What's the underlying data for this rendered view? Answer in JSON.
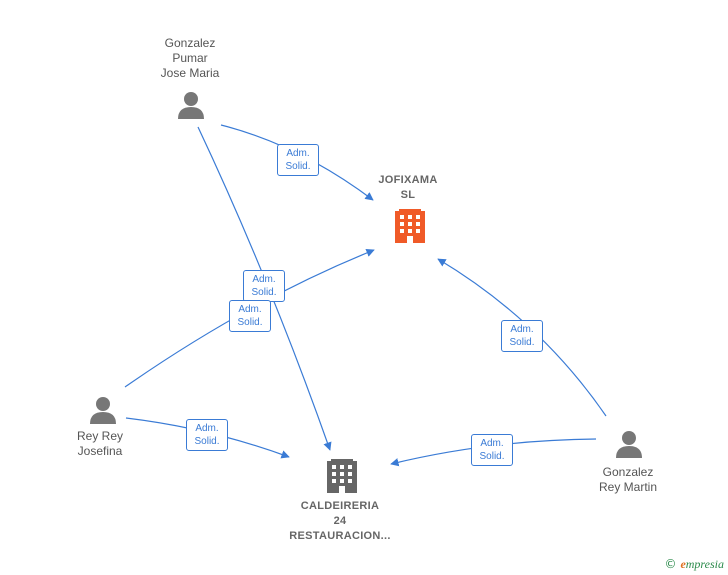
{
  "nodes": {
    "gonzalez_pumar": {
      "lines": [
        "Gonzalez",
        "Pumar",
        "Jose Maria"
      ],
      "type": "person"
    },
    "jofixama": {
      "lines": [
        "JOFIXAMA",
        "SL"
      ],
      "type": "company-main"
    },
    "rey_rey": {
      "lines": [
        "Rey Rey",
        "Josefina"
      ],
      "type": "person"
    },
    "caldeireria": {
      "lines": [
        "CALDEIRERIA",
        "24",
        "RESTAURACION..."
      ],
      "type": "company"
    },
    "gonzalez_rey": {
      "lines": [
        "Gonzalez",
        "Rey Martin"
      ],
      "type": "person"
    }
  },
  "edges": [
    {
      "from": "Gonzalez Pumar Jose Maria",
      "to": "JOFIXAMA SL",
      "label": [
        "Adm.",
        "Solid."
      ]
    },
    {
      "from": "Gonzalez Pumar Jose Maria",
      "to": "CALDEIRERIA 24 RESTAURACION...",
      "label": [
        "Adm.",
        "Solid."
      ]
    },
    {
      "from": "Rey Rey Josefina",
      "to": "JOFIXAMA SL",
      "label": [
        "Adm.",
        "Solid."
      ]
    },
    {
      "from": "Rey Rey Josefina",
      "to": "CALDEIRERIA 24 RESTAURACION...",
      "label": [
        "Adm.",
        "Solid."
      ]
    },
    {
      "from": "Gonzalez Rey Martin",
      "to": "JOFIXAMA SL",
      "label": [
        "Adm.",
        "Solid."
      ]
    },
    {
      "from": "Gonzalez Rey Martin",
      "to": "CALDEIRERIA 24 RESTAURACION...",
      "label": [
        "Adm.",
        "Solid."
      ]
    }
  ],
  "colors": {
    "edge": "#3a7bd5",
    "person_icon": "#777777",
    "main_company_icon": "#f05a28",
    "company_icon": "#666666"
  },
  "brand": {
    "copyright": "©",
    "e_letter": "e",
    "rest": "mpresia"
  }
}
